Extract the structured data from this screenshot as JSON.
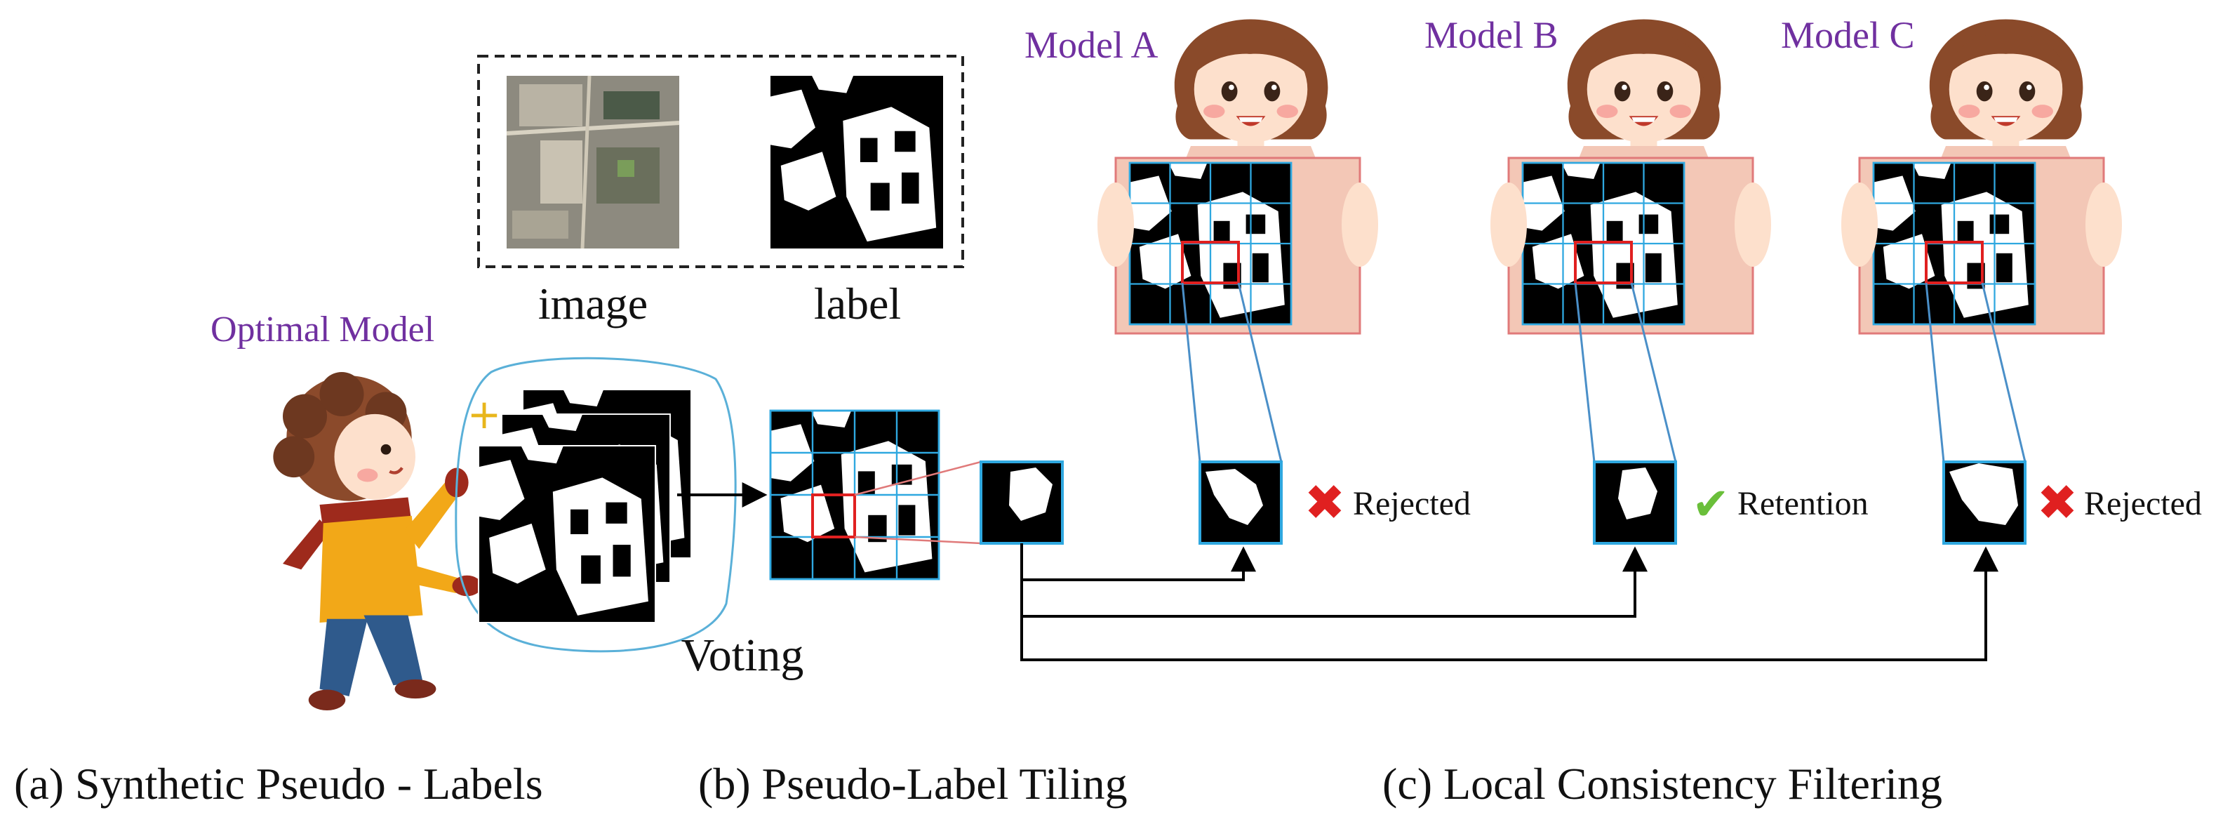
{
  "labels": {
    "image": "image",
    "label": "label",
    "optimal_model": "Optimal Model",
    "voting": "Voting",
    "model_a": "Model A",
    "model_b": "Model B",
    "model_c": "Model C",
    "rejected_a": "Rejected",
    "retention_b": "Retention",
    "rejected_c": "Rejected"
  },
  "captions": {
    "a": "(a) Synthetic Pseudo - Labels",
    "b": "(b) Pseudo-Label Tiling",
    "c": "(c) Local Consistency Filtering"
  },
  "colors": {
    "model_text": "#7030a0",
    "grid_line": "#2fa8e0",
    "highlight": "#e02020",
    "reject": "#e02020",
    "accept": "#6abf3a",
    "arrow": "#000000",
    "blob_outline": "#5ab0d8"
  },
  "icons": {
    "reject": "cross-mark-icon",
    "accept": "check-mark-icon",
    "plus": "plus-icon"
  }
}
